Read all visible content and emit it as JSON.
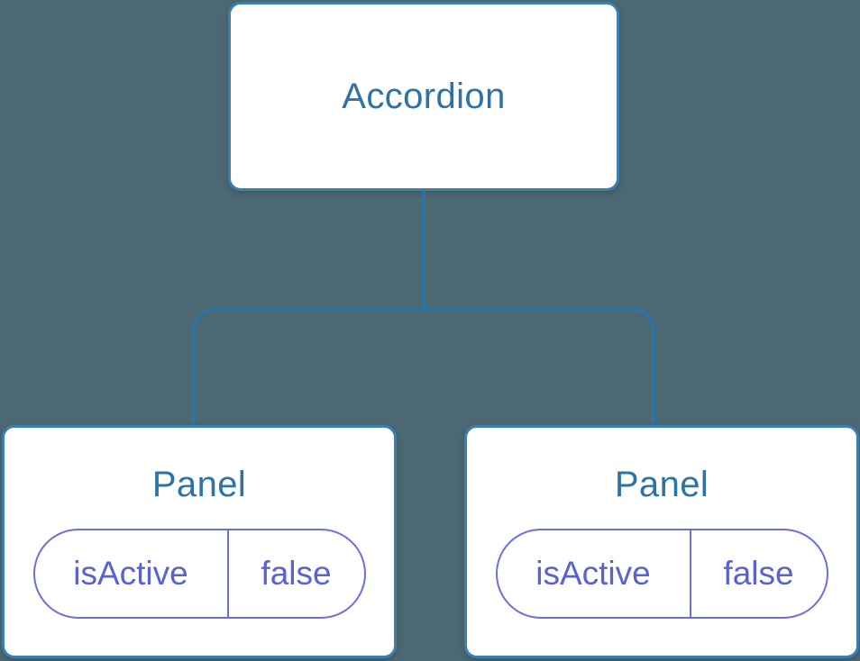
{
  "tree": {
    "root": {
      "label": "Accordion"
    },
    "children": [
      {
        "label": "Panel",
        "state": {
          "key": "isActive",
          "value": "false"
        }
      },
      {
        "label": "Panel",
        "state": {
          "key": "isActive",
          "value": "false"
        }
      }
    ]
  },
  "colors": {
    "background": "#4C6872",
    "node_fill": "#FFFFFF",
    "node_border": "#3C80B2",
    "connector": "#2E73A3",
    "node_label": "#2E73A3",
    "pill_border": "#6B71DB",
    "pill_text": "#5A62D2"
  }
}
